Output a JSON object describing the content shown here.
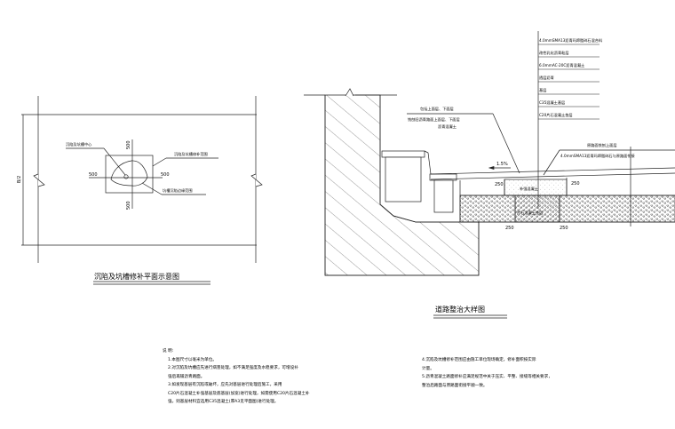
{
  "plan_view": {
    "title": "沉陷及坑槽修补平面示意图",
    "width_label": "B/2",
    "label_patch_center": "沉陷及坑槽中心",
    "label_outer_boundary": "沉陷及坑槽修补范围",
    "label_damage_edge": "坑槽沉陷边缘范围",
    "dim_top": "500",
    "dim_bottom": "500",
    "dim_left": "500",
    "dim_right": "500"
  },
  "section_view": {
    "title": "道路整治大样图",
    "layers": [
      "4.0mmSMA13沥青玛蹄脂碎石混合料",
      "改性乳化沥青粘层",
      "6.0mmAC-20C沥青混凝土",
      "透层沥青",
      "基层",
      "C35混凝土基层",
      "C20片石混凝土垫层"
    ],
    "label_upper_left_1": "包括上面层、下面层",
    "label_upper_left_2": "铣刨旧沥青路面上面层、下面层",
    "label_upper_left_3": "沥青混凝土",
    "label_right_1": "原路面铣刨上面层",
    "label_right_2": "4.0mmSMA13沥青玛蹄脂碎石与原路面衔接",
    "slope": "1.5%",
    "label_patch": "补强混凝土",
    "label_base": "片石混凝土垫层",
    "dims": [
      "250",
      "250",
      "250",
      "250"
    ]
  },
  "notes": {
    "heading": "说 明:",
    "items": [
      "1.本图尺寸以毫米为单位。",
      "2.对沉陷及坑槽应先进行病害处理，如不满足强度及水稳要求，可增设补",
      "   强后再铺沥青路面。",
      "3.如发现基层有沉陷或破坏，应先对基层进行处理后施工，采用",
      "   C20片石混凝土补强基层及底基层(加宽)进行处理，如需使用C20片石混凝土补",
      "   强，则基层材料宜选用C35混凝土(厚A3见平面图)进行处理。"
    ],
    "items_right": [
      "4.沉陷及坑槽修补范围应由施工单位现场确定，修补面积按实际",
      "   计量。",
      "5.沥青混凝土路面修补应满足规范中关于压实、平整、接缝等相关要求，",
      "   整治后路面与原路面衔接平顺一致。"
    ]
  }
}
